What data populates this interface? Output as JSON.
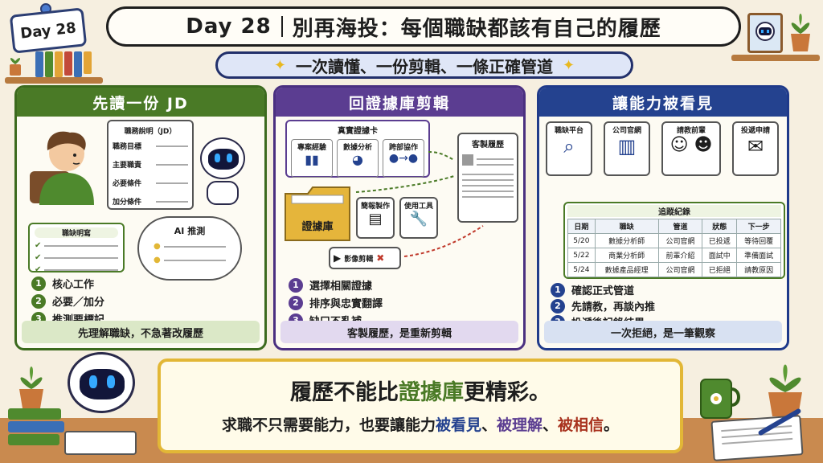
{
  "day_tag": "Day 28",
  "title": {
    "main": "Day 28",
    "rest": "別再海投：每個職缺都該有自己的履歷"
  },
  "subtitle": "一次讀懂、一份剪輯、一條正確管道",
  "panel1": {
    "header": "先讀一份 JD",
    "jd_title": "職務說明（JD）",
    "jd_lines": [
      "職務目標",
      "主要職責",
      "必要條件",
      "加分條件"
    ],
    "note_title": "職缺明寫",
    "ai_label": "AI 推測",
    "steps": [
      "核心工作",
      "必要／加分",
      "推測要標記"
    ],
    "footer": "先理解職缺，不急著改履歷"
  },
  "panel2": {
    "header": "回證據庫剪輯",
    "evidence_card": "真實證據卡",
    "evidence_items": [
      "專案經驗",
      "數據分析",
      "跨部協作"
    ],
    "folder_label": "證據庫",
    "tools": [
      "簡報製作",
      "使用工具"
    ],
    "video": "影像剪輯",
    "resume_title": "客製履歷",
    "steps": [
      "選擇相關證據",
      "排序與忠實翻譯",
      "缺口不亂補"
    ],
    "footer": "客製履歷，是重新剪輯"
  },
  "panel3": {
    "header": "讓能力被看見",
    "channels": [
      "職缺平台",
      "公司官網",
      "請教前輩",
      "投遞申請"
    ],
    "track_title": "追蹤紀錄",
    "columns": [
      "日期",
      "職缺",
      "管道",
      "狀態",
      "下一步"
    ],
    "rows": [
      [
        "5/20",
        "數據分析師",
        "公司官網",
        "已投遞",
        "等待回覆"
      ],
      [
        "5/22",
        "商業分析師",
        "前輩介紹",
        "面試中",
        "準備面試"
      ],
      [
        "5/24",
        "數據產品經理",
        "公司官網",
        "已拒絕",
        "請教原因"
      ]
    ],
    "steps": [
      "確認正式管道",
      "先請教，再談內推",
      "投遞後記錄結果"
    ],
    "footer": "一次拒絕，是一筆觀察"
  },
  "bottom": {
    "line1_a": "履歷不能比",
    "line1_b": "證據庫",
    "line1_c": "更精彩。",
    "line2_a": "求職不只需要能力，也要讓能力",
    "line2_b": "被看見",
    "sep1": "、",
    "line2_c": "被理解",
    "sep2": "、",
    "line2_d": "被相信",
    "end": "。"
  },
  "colors": {
    "green": "#4a7a26",
    "purple": "#5b3d91",
    "blue": "#24428f",
    "gold": "#e2b736",
    "red": "#a8321e"
  }
}
